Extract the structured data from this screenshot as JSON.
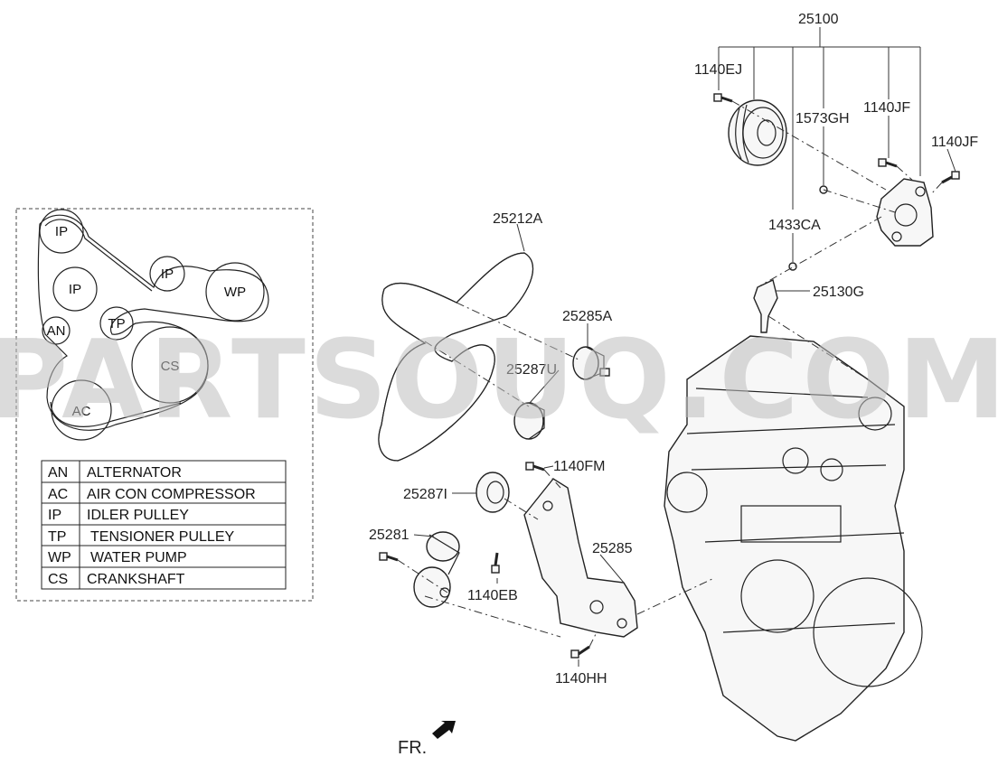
{
  "watermark": "PARTSOUQ.COM",
  "callouts": {
    "c25100": "25100",
    "c1140EJ": "1140EJ",
    "c1573GH": "1573GH",
    "c1140JF_a": "1140JF",
    "c1140JF_b": "1140JF",
    "c1433CA": "1433CA",
    "c25130G": "25130G",
    "c25212A": "25212A",
    "c25285A": "25285A",
    "c25287U": "25287U",
    "c1140FM": "1140FM",
    "c25287I": "25287I",
    "c25281": "25281",
    "c25285": "25285",
    "c1140EB": "1140EB",
    "c1140HH": "1140HH"
  },
  "belt_routing": {
    "pulleys": [
      "IP",
      "IP",
      "IP",
      "WP",
      "TP",
      "AN",
      "CS",
      "AC"
    ]
  },
  "legend": {
    "rows": [
      {
        "code": "AN",
        "name": "ALTERNATOR"
      },
      {
        "code": "AC",
        "name": "AIR CON COMPRESSOR"
      },
      {
        "code": "IP",
        "name": "IDLER PULLEY"
      },
      {
        "code": "TP",
        "name": "TENSIONER PULLEY"
      },
      {
        "code": "WP",
        "name": "WATER PUMP"
      },
      {
        "code": "CS",
        "name": "CRANKSHAFT"
      }
    ]
  },
  "front_marker": "FR."
}
